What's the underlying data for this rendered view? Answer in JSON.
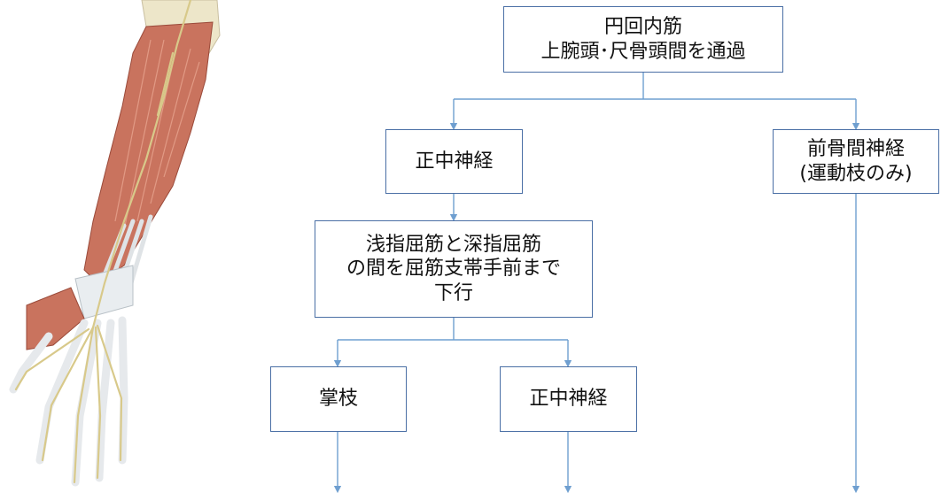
{
  "diagram": {
    "pronator": {
      "line1": "円回内筋",
      "line2": "上腕頭･尺骨頭間を通過"
    },
    "median_upper": {
      "label": "正中神経"
    },
    "anterior_interosseous": {
      "line1": "前骨間神経",
      "line2": "(運動枝のみ)"
    },
    "between_flexors": {
      "line1": "浅指屈筋と深指屈筋",
      "line2": "の間を屈筋支帯手前まで",
      "line3": "下行"
    },
    "palmar_branch": {
      "label": "掌枝"
    },
    "median_lower": {
      "label": "正中神経"
    }
  },
  "colors": {
    "box_border": "#4a6fa5",
    "connector": "#6f9fd0",
    "muscle": "#c9735e",
    "tendon": "#dfe3e6",
    "nerve": "#d8c98a",
    "bone": "#ede6c9"
  },
  "illustration": {
    "subject": "forearm-anatomy-illustration"
  }
}
